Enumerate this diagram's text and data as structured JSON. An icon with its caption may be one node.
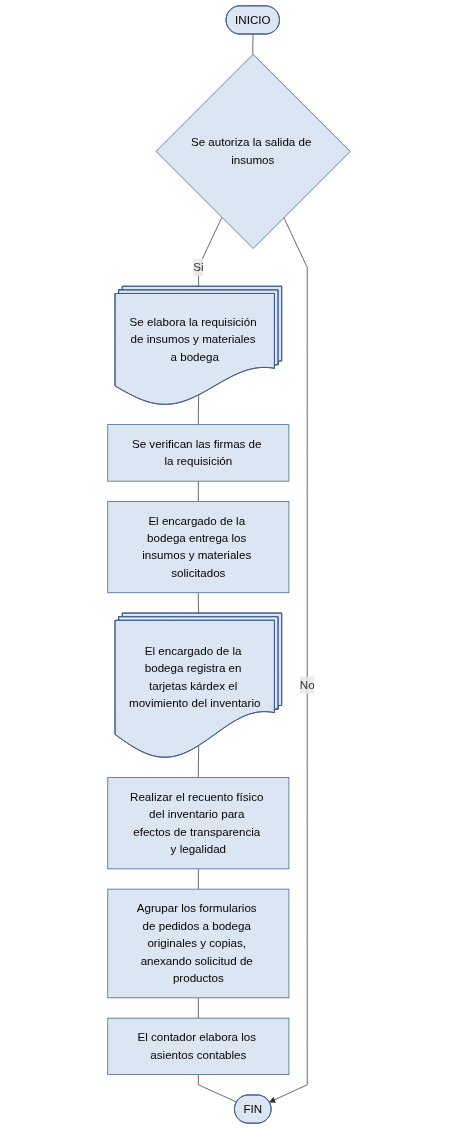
{
  "diagram": {
    "nodes": [
      {
        "text": [
          "INICIO"
        ]
      },
      {
        "text": [
          "Se autoriza la salida de insumos"
        ]
      },
      {
        "text": [
          "Se elabora la requisición de insumos y materiales a bodega"
        ]
      },
      {
        "text": [
          "Se verifican las firmas de la requisición"
        ]
      },
      {
        "text": [
          "El encargado de la bodega entrega los insumos y materiales solicitados"
        ]
      },
      {
        "text": [
          "El encargado de la bodega registra en tarjetas kárdex el movimiento del inventario"
        ]
      },
      {
        "text": [
          "Realizar el recuento físico del inventario para efectos de transparencia y legalidad"
        ]
      },
      {
        "text": [
          "Agrupar los formularios de pedidos a bodega originales y copias, anexando solicitud de productos"
        ]
      },
      {
        "text": [
          "El contador elabora los asientos contables"
        ]
      },
      {
        "text": [
          "FIN"
        ]
      }
    ],
    "edges": [
      {
        "from": 0,
        "to": 1,
        "arrow": "none"
      },
      {
        "from": 1,
        "to": 2,
        "arrow": "none",
        "label": "Si"
      },
      {
        "from": 2,
        "to": 3,
        "arrow": "none"
      },
      {
        "from": 3,
        "to": 4,
        "arrow": "none"
      },
      {
        "from": 4,
        "to": 5,
        "arrow": "none"
      },
      {
        "from": 5,
        "to": 6,
        "arrow": "none"
      },
      {
        "from": 6,
        "to": 7,
        "arrow": "none"
      },
      {
        "from": 7,
        "to": 8,
        "arrow": "none"
      },
      {
        "from": 8,
        "to": 9,
        "arrow": "none"
      },
      {
        "from": 1,
        "to": 9,
        "arrow": "to",
        "label": "No"
      }
    ]
  }
}
